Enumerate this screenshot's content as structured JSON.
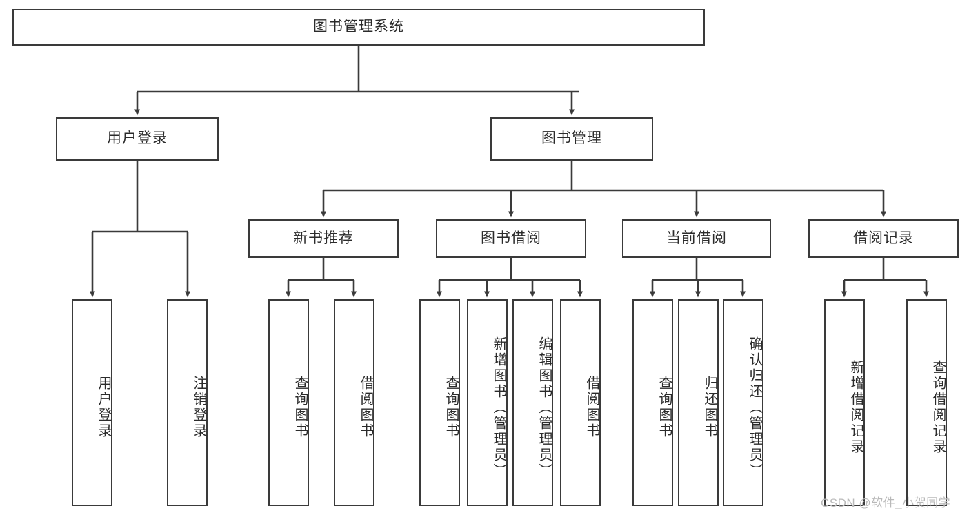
{
  "diagram": {
    "title": "图书管理系统",
    "type": "tree-hierarchy",
    "colors": {
      "stroke": "#3a3a3a",
      "text": "#2b2b2b",
      "background": "#ffffff",
      "watermark": "#b9b9b9"
    },
    "root": {
      "label": "图书管理系统"
    },
    "level2": [
      {
        "label": "用户登录"
      },
      {
        "label": "图书管理"
      }
    ],
    "level3": [
      {
        "label": "新书推荐"
      },
      {
        "label": "图书借阅"
      },
      {
        "label": "当前借阅"
      },
      {
        "label": "借阅记录"
      }
    ],
    "leaves": {
      "user_login": [
        {
          "label": "用户登录"
        },
        {
          "label": "注销登录"
        }
      ],
      "new_book_recommend": [
        {
          "label": "查询图书"
        },
        {
          "label": "借阅图书"
        }
      ],
      "book_borrow": [
        {
          "label": "查询图书"
        },
        {
          "label": "新增图书（管理员）"
        },
        {
          "label": "编辑图书（管理员）"
        },
        {
          "label": "借阅图书"
        }
      ],
      "current_borrow": [
        {
          "label": "查询图书"
        },
        {
          "label": "归还图书"
        },
        {
          "label": "确认归还（管理员）"
        }
      ],
      "borrow_record": [
        {
          "label": "新增借阅记录"
        },
        {
          "label": "查询借阅记录"
        }
      ]
    }
  },
  "watermark": {
    "text": "CSDN @软件_小贺同学"
  }
}
